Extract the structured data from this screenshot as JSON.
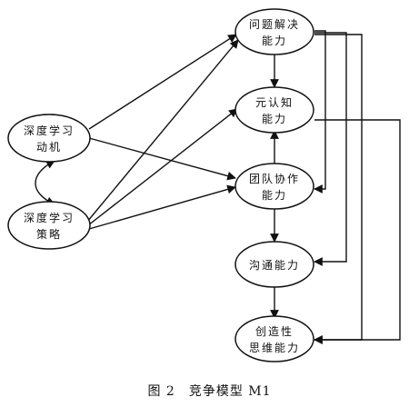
{
  "nodes": {
    "motivation": {
      "line1": "深度学习",
      "line2": "动机"
    },
    "strategy": {
      "line1": "深度学习",
      "line2": "策略"
    },
    "problem": {
      "line1": "问题解决",
      "line2": "能力"
    },
    "meta": {
      "line1": "元认知",
      "line2": "能力"
    },
    "team": {
      "line1": "团队协作",
      "line2": "能力"
    },
    "comm": {
      "line1": "沟通能力"
    },
    "creative": {
      "line1": "创造性",
      "line2": "思维能力"
    }
  },
  "caption": "图 2　竞争模型 M1"
}
